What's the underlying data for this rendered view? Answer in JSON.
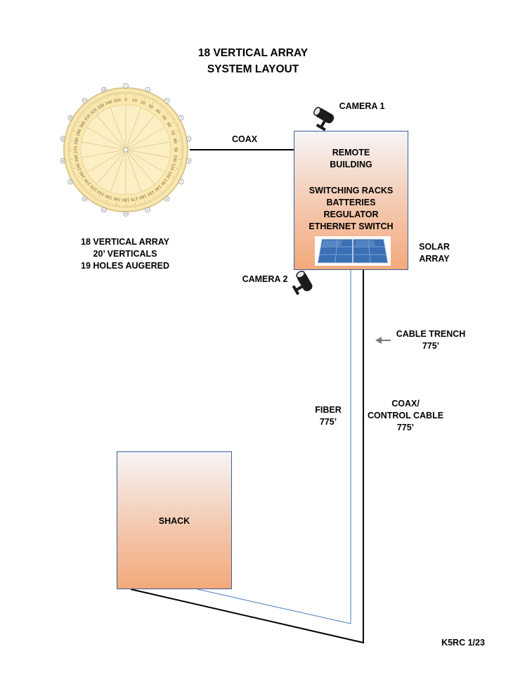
{
  "title": {
    "line1": "18 VERTICAL ARRAY",
    "line2": "SYSTEM LAYOUT"
  },
  "array": {
    "label_lines": [
      "18 VERTICAL ARRAY",
      "20’ VERTICALS",
      "19 HOLES AUGERED"
    ],
    "dial_numbers": [
      "0",
      "10",
      "20",
      "30",
      "40",
      "50",
      "60",
      "70",
      "80",
      "90",
      "100",
      "110",
      "120",
      "130",
      "140",
      "150",
      "160",
      "170",
      "180",
      "190",
      "200",
      "210",
      "220",
      "230",
      "240",
      "250",
      "260",
      "270",
      "280",
      "290",
      "300",
      "310",
      "320",
      "330",
      "340",
      "350"
    ],
    "hole_numbers": [
      "1",
      "2",
      "3",
      "4",
      "5",
      "6",
      "7",
      "8",
      "9",
      "10",
      "11",
      "12",
      "13",
      "14",
      "15",
      "16",
      "17",
      "18"
    ]
  },
  "coax_label": "COAX",
  "camera1": {
    "label": "CAMERA 1",
    "icon": "security-camera-icon"
  },
  "camera2": {
    "label": "CAMERA 2",
    "icon": "security-camera-icon"
  },
  "remote_building": {
    "line1": "REMOTE",
    "line2": "BUILDING",
    "items": [
      "SWITCHING RACKS",
      "BATTERIES",
      "REGULATOR",
      "ETHERNET SWITCH"
    ]
  },
  "solar": {
    "line1": "SOLAR",
    "line2": "ARRAY",
    "icon": "solar-panel-icon"
  },
  "cable_trench": {
    "line1": "CABLE TRENCH",
    "line2": "775’"
  },
  "fiber": {
    "line1": "FIBER",
    "line2": "775’"
  },
  "coax_control": {
    "line1": "COAX/",
    "line2": "CONTROL CABLE",
    "line3": "775’"
  },
  "shack": {
    "label": "SHACK"
  },
  "footer": {
    "credit": "K5RC  1/23"
  },
  "colors": {
    "fiber_line": "#4a7bbf",
    "coax_line": "#000000",
    "box_border": "#3a5f9a",
    "compass_fill": "#fae8ae",
    "arrow": "#7a7a7a"
  }
}
